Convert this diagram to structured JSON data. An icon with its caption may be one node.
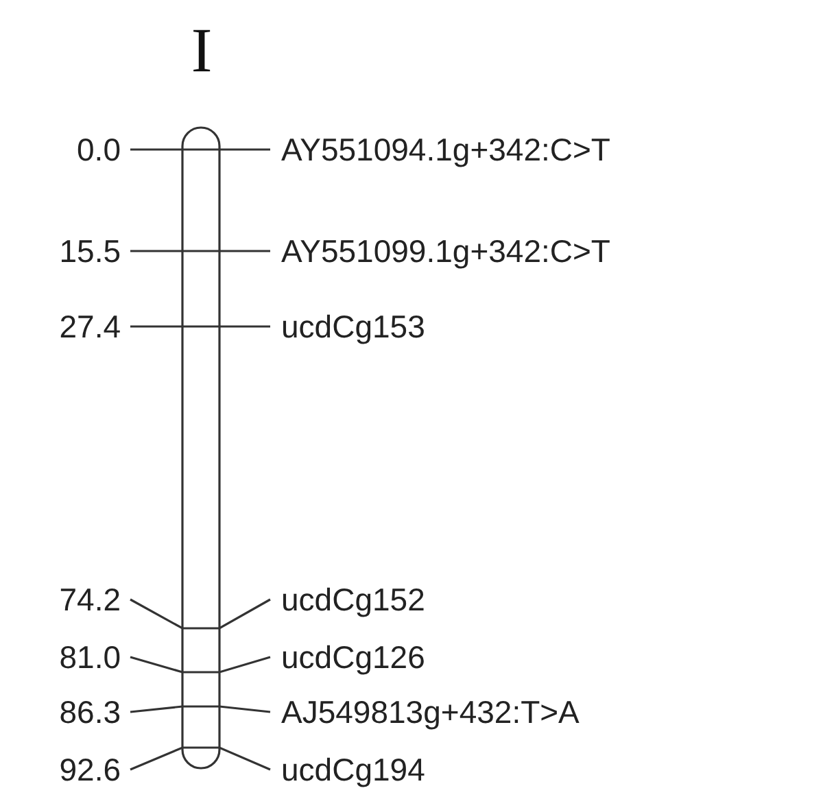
{
  "diagram": {
    "title": "I",
    "labels": [
      "0.0",
      "AY551094.1g+342:C>T",
      "15.5",
      "AY551099.1g+342:C>T",
      "27.4",
      "ucdCg153",
      "74.2",
      "ucdCg152",
      "81.0",
      "ucdCg126",
      "86.3",
      "AJ549813g+432:T>A",
      "92.6",
      "ucdCg194"
    ]
  }
}
